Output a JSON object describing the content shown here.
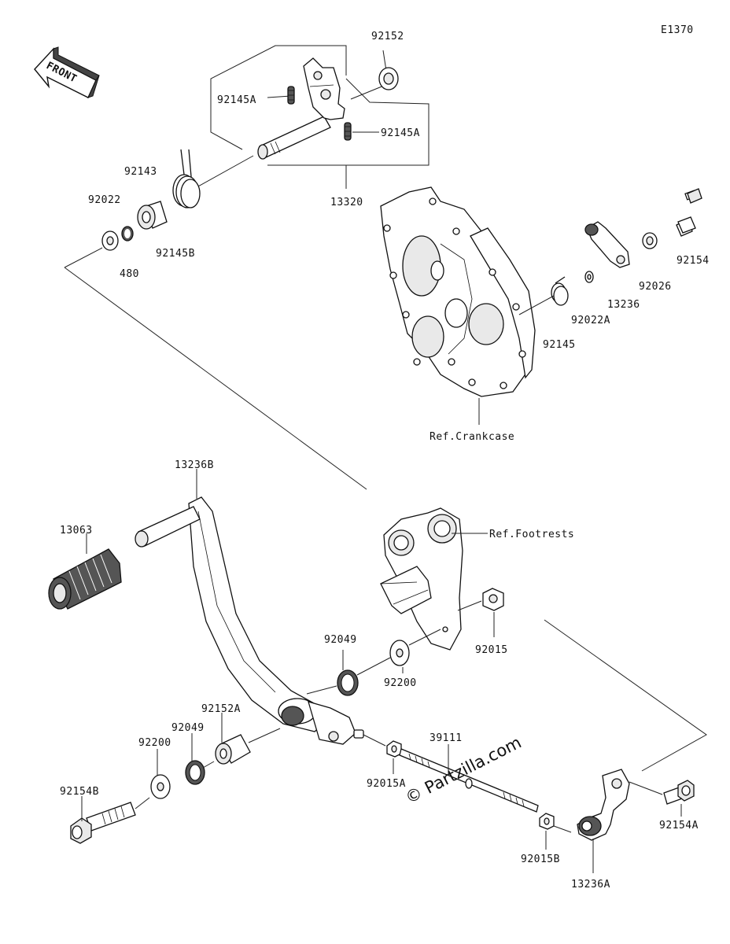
{
  "diagram_code": "E1370",
  "front_label": "FRONT",
  "watermark": "© Partzilla.com",
  "parts": {
    "p92152": "92152",
    "p92145A_top": "92145A",
    "p92145A_mid": "92145A",
    "p13320": "13320",
    "p92143": "92143",
    "p92022": "92022",
    "p480": "480",
    "p92145B": "92145B",
    "p92154": "92154",
    "p92026": "92026",
    "p13236": "13236",
    "p92022A": "92022A",
    "p92145": "92145",
    "p13236B": "13236B",
    "p13063": "13063",
    "p92015": "92015",
    "p92049_top": "92049",
    "p92200_top": "92200",
    "p92152A": "92152A",
    "p92049_bot": "92049",
    "p92200_bot": "92200",
    "p39111": "39111",
    "p92015A": "92015A",
    "p92154B": "92154B",
    "p92154A": "92154A",
    "p92015B": "92015B",
    "p13236A": "13236A"
  },
  "references": {
    "crankcase": "Ref.Crankcase",
    "footrests": "Ref.Footrests"
  }
}
